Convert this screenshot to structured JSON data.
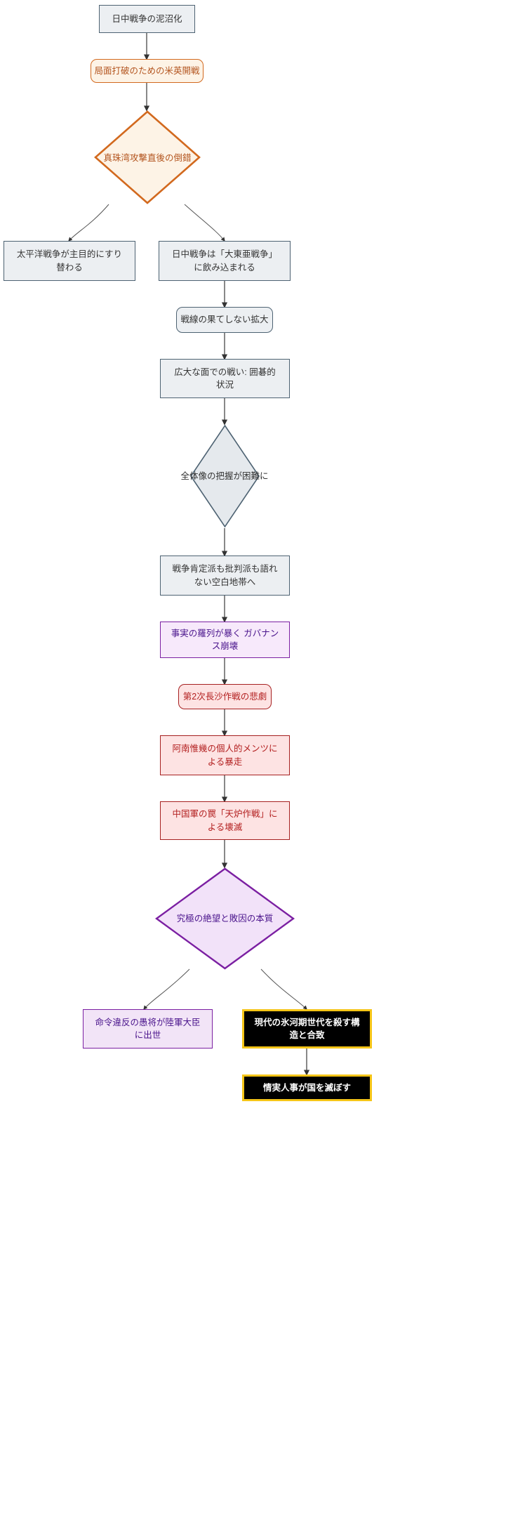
{
  "diagram": {
    "type": "flowchart",
    "direction": "top-down",
    "title": "",
    "background": "#ffffff",
    "palette": {
      "grey_fill": "#eceff2",
      "grey_stroke": "#4d6272",
      "grey_text": "#333333",
      "orange_fill": "#fdf3e6",
      "orange_stroke": "#d2691e",
      "orange_text": "#b3541e",
      "purple_fill": "#f7e9fb",
      "purple_stroke": "#7b1fa2",
      "purple_text": "#4a148c",
      "red_fill": "#fde3e3",
      "red_stroke": "#a62020",
      "red_text": "#b32020",
      "black_fill": "#000000",
      "gold_stroke": "#f5c518",
      "black_text": "#ffffff",
      "edge_stroke": "#555555"
    },
    "nodes": [
      {
        "id": "n1",
        "label": "日中戦争の泥沼化",
        "shape": "rect"
      },
      {
        "id": "n2",
        "label": "局面打破のための米英開戦",
        "shape": "round"
      },
      {
        "id": "n3",
        "label": "真珠湾攻撃直後の倒錯",
        "shape": "diamond"
      },
      {
        "id": "n4",
        "label": "太平洋戦争が主目的にすり\n替わる",
        "shape": "rect"
      },
      {
        "id": "n5",
        "label": "日中戦争は「大東亜戦争」\nに飲み込まれる",
        "shape": "rect"
      },
      {
        "id": "n6",
        "label": "戦線の果てしない拡大",
        "shape": "round"
      },
      {
        "id": "n7",
        "label": "広大な面での戦い: 囲碁的\n状況",
        "shape": "rect"
      },
      {
        "id": "n8",
        "label": "全体像の把握が困難に",
        "shape": "diamond"
      },
      {
        "id": "n9",
        "label": "戦争肯定派も批判派も語れ\nない空白地帯へ",
        "shape": "rect"
      },
      {
        "id": "n10",
        "label": "事実の羅列が暴く ガバナン\nス崩壊",
        "shape": "rect"
      },
      {
        "id": "n11",
        "label": "第2次長沙作戦の悲劇",
        "shape": "round"
      },
      {
        "id": "n12",
        "label": "阿南惟幾の個人的メンツに\nよる暴走",
        "shape": "rect"
      },
      {
        "id": "n13",
        "label": "中国軍の罠「天炉作戦」に\nよる壊滅",
        "shape": "rect"
      },
      {
        "id": "n14",
        "label": "究極の絶望と敗因の本質",
        "shape": "diamond"
      },
      {
        "id": "n15",
        "label": "命令違反の愚将が陸軍大臣\nに出世",
        "shape": "rect"
      },
      {
        "id": "n16",
        "label": "現代の氷河期世代を殺す構\n造と合致",
        "shape": "rect"
      },
      {
        "id": "n17",
        "label": "情実人事が国を滅ぼす",
        "shape": "rect"
      }
    ],
    "edges": [
      {
        "from": "n1",
        "to": "n2"
      },
      {
        "from": "n2",
        "to": "n3"
      },
      {
        "from": "n3",
        "to": "n4"
      },
      {
        "from": "n3",
        "to": "n5"
      },
      {
        "from": "n5",
        "to": "n6"
      },
      {
        "from": "n6",
        "to": "n7"
      },
      {
        "from": "n7",
        "to": "n8"
      },
      {
        "from": "n8",
        "to": "n9"
      },
      {
        "from": "n9",
        "to": "n10"
      },
      {
        "from": "n10",
        "to": "n11"
      },
      {
        "from": "n11",
        "to": "n12"
      },
      {
        "from": "n12",
        "to": "n13"
      },
      {
        "from": "n13",
        "to": "n14"
      },
      {
        "from": "n14",
        "to": "n15"
      },
      {
        "from": "n14",
        "to": "n16"
      },
      {
        "from": "n16",
        "to": "n17"
      }
    ]
  }
}
